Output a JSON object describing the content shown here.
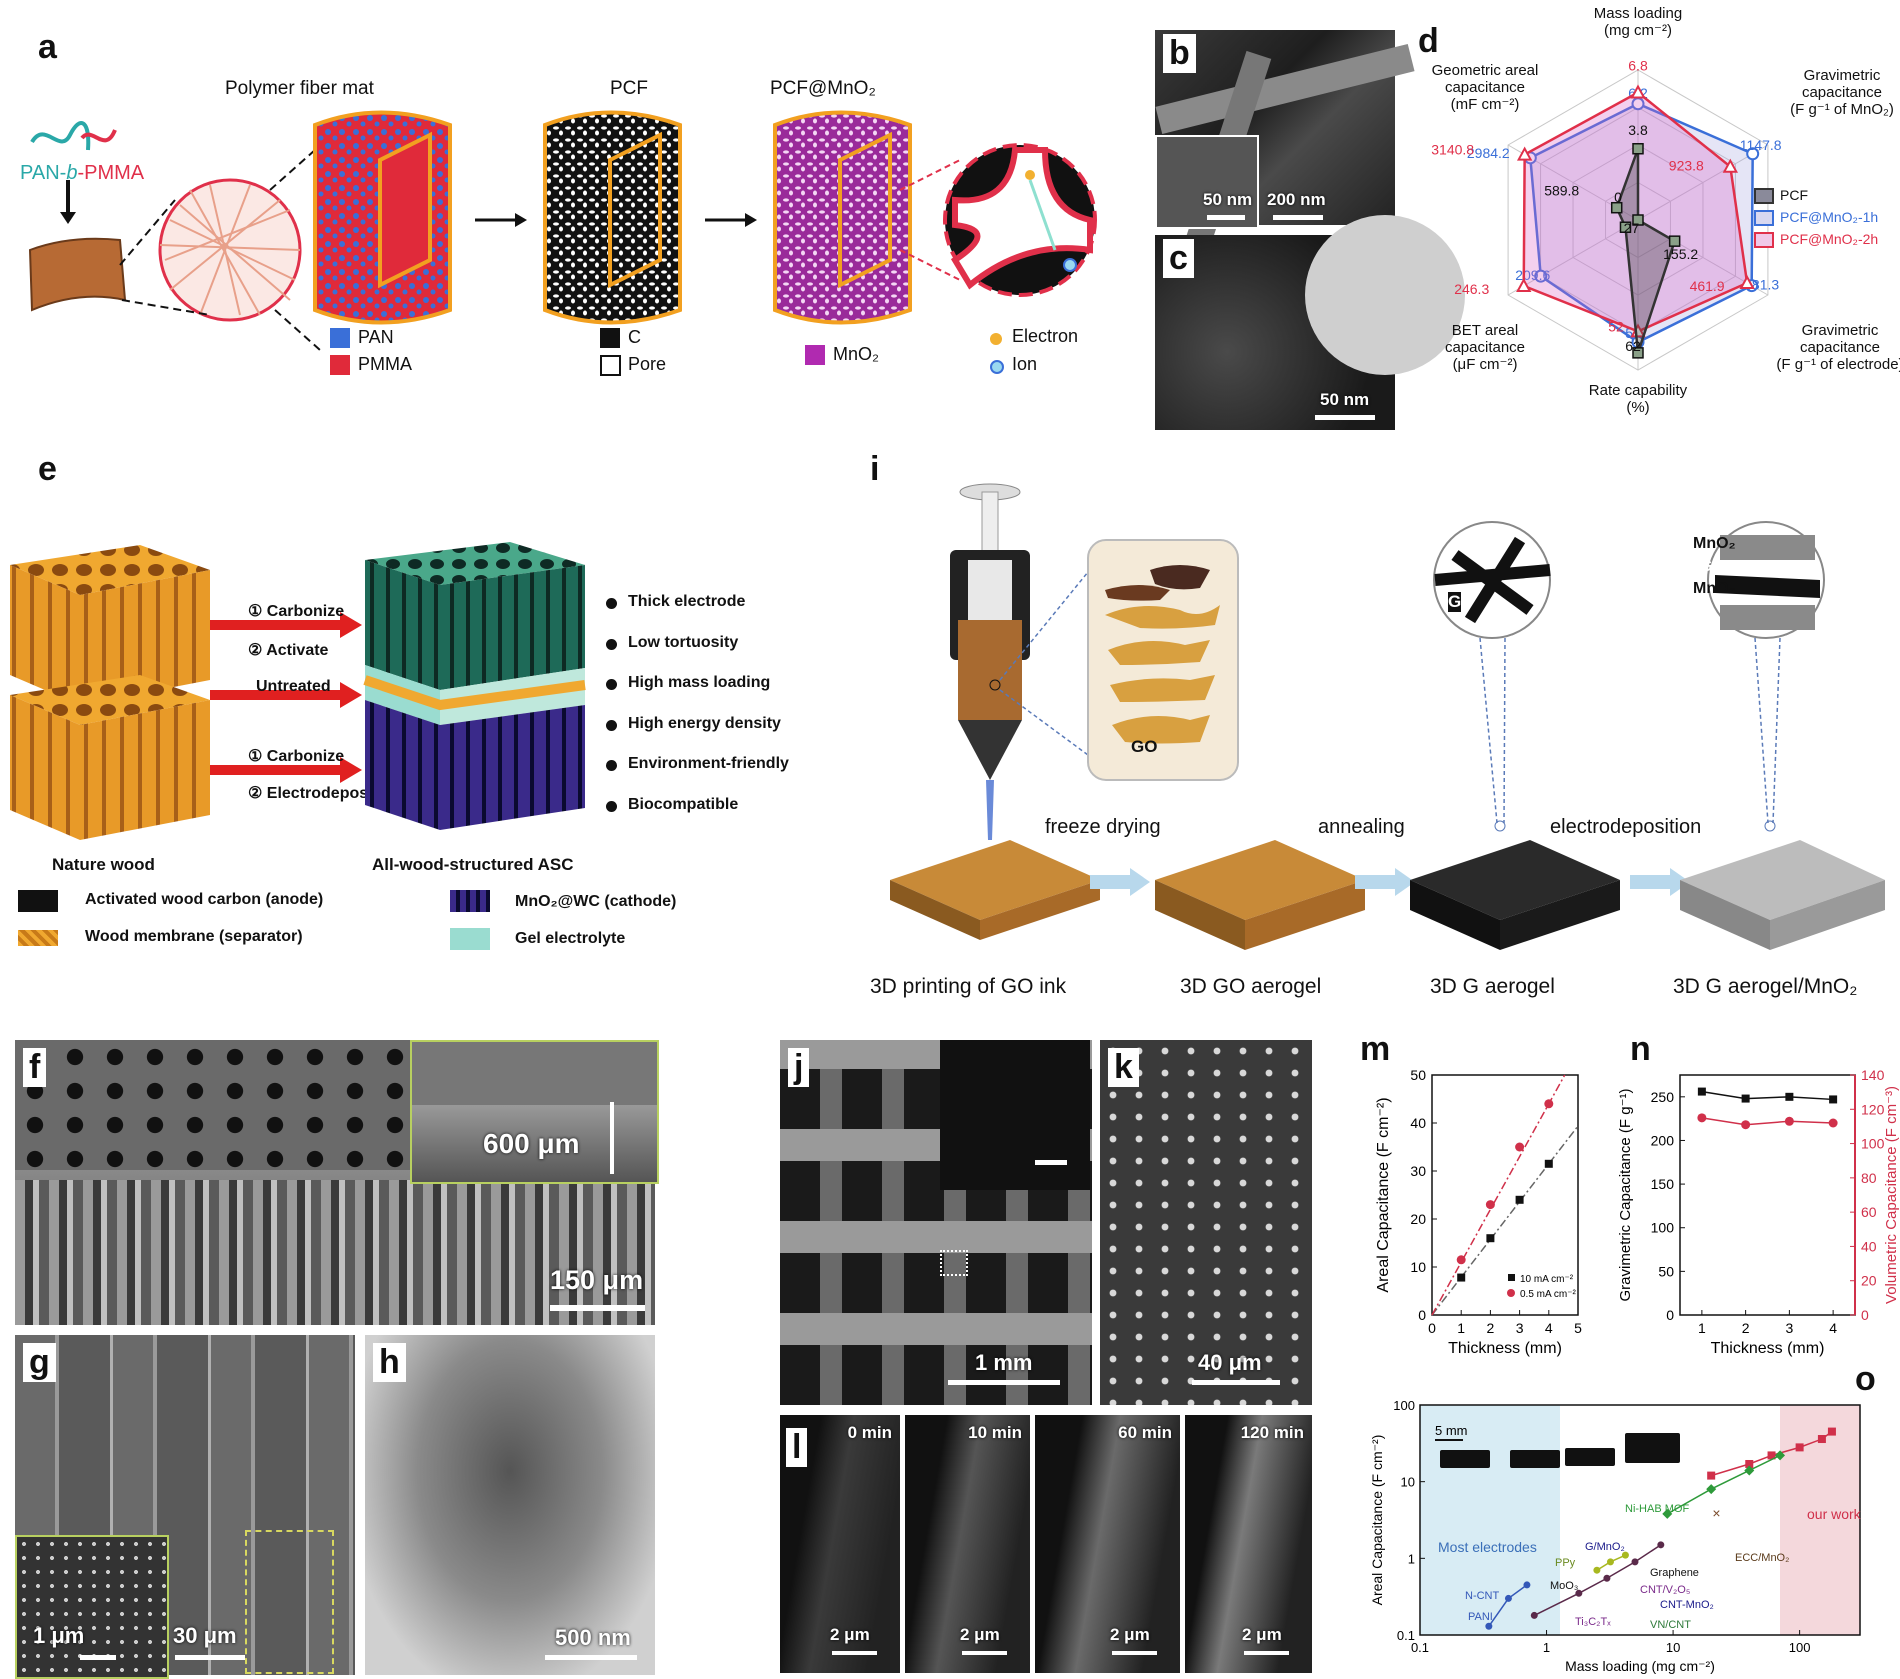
{
  "panels": {
    "a": {
      "label": "a",
      "copolymer_prefix": "PAN-",
      "copolymer_b": "b",
      "copolymer_suffix": "-PMMA",
      "fiber_mat": "Polymer fiber mat",
      "pcf": "PCF",
      "pcf_mno2": "PCF@MnO₂",
      "legend": {
        "pan": "PAN",
        "pmma": "PMMA",
        "c": "C",
        "pore": "Pore",
        "mno2": "MnO₂",
        "electron": "Electron",
        "ion": "Ion"
      }
    },
    "b": {
      "label": "b",
      "scale1": "50 nm",
      "scale2": "200 nm"
    },
    "c": {
      "label": "c",
      "scale": "50 nm"
    },
    "d": {
      "label": "d"
    },
    "e": {
      "label": "e",
      "step1a": "① Carbonize",
      "step1b": "② Activate",
      "untreated": "Untreated",
      "step2a": "① Carbonize",
      "step2b": "② Electrodeposit",
      "features": [
        "Thick electrode",
        "Low tortuosity",
        "High mass loading",
        "High energy density",
        "Environment-friendly",
        "Biocompatible"
      ],
      "nature_wood": "Nature wood",
      "asc": "All-wood-structured ASC",
      "legend": {
        "awc": "Activated wood carbon (anode)",
        "membrane": "Wood membrane (separator)",
        "mno2wc": "MnO₂@WC (cathode)",
        "gel": "Gel electrolyte"
      }
    },
    "f": {
      "label": "f",
      "scale_inset": "600 μm",
      "scale": "150 μm"
    },
    "g": {
      "label": "g",
      "scale_inset": "1 μm",
      "scale": "30 μm"
    },
    "h": {
      "label": "h",
      "scale": "500 nm"
    },
    "i": {
      "label": "i",
      "go": "GO",
      "g": "G",
      "mno2_top": "MnO₂",
      "g_mid": "G",
      "mno2_bot": "MnO₂",
      "freeze": "freeze drying",
      "anneal": "annealing",
      "electro": "electrodeposition",
      "stage1": "3D printing of GO ink",
      "stage2": "3D GO aerogel",
      "stage3": "3D G aerogel",
      "stage4": "3D G aerogel/MnO₂"
    },
    "j": {
      "label": "j",
      "scale": "1 mm"
    },
    "k": {
      "label": "k",
      "scale": "40 μm"
    },
    "l": {
      "label": "l",
      "times": [
        "0 min",
        "10 min",
        "60 min",
        "120 min"
      ],
      "scales": [
        "2 μm",
        "2 μm",
        "2 μm",
        "2 μm"
      ]
    },
    "m": {
      "label": "m"
    },
    "n": {
      "label": "n"
    },
    "o": {
      "label": "o",
      "scale_inset": "5 mm"
    }
  },
  "chart_data": [
    {
      "type": "radar",
      "panel": "d",
      "axes": [
        {
          "label": "Mass loading (mg cm⁻²)"
        },
        {
          "label": "Gravimetric capacitance (F g⁻¹ of MnO₂)"
        },
        {
          "label": "Gravimetric capacitance (F g⁻¹ of electrode)"
        },
        {
          "label": "Rate capability (%)"
        },
        {
          "label": "BET areal capacitance (μF cm⁻²)"
        },
        {
          "label": "Geometric areal capacitance (mF cm⁻²)"
        }
      ],
      "series": [
        {
          "name": "PCF",
          "color": "#333333",
          "values": [
            3.8,
            0,
            155.2,
            62,
            27,
            589.8
          ]
        },
        {
          "name": "PCF@MnO₂-1h",
          "color": "#3a6fd8",
          "values": [
            6.2,
            1147.8,
            481.3,
            57,
            209.6,
            2984.2
          ]
        },
        {
          "name": "PCF@MnO₂-2h",
          "color": "#e0304a",
          "values": [
            6.8,
            923.8,
            461.9,
            52,
            246.3,
            3140.8
          ]
        }
      ],
      "legend_position": "right"
    },
    {
      "type": "scatter",
      "panel": "m",
      "xlabel": "Thickness (mm)",
      "ylabel": "Areal Capacitance (F cm⁻²)",
      "xlim": [
        0,
        5
      ],
      "ylim": [
        0,
        50
      ],
      "xticks": [
        0,
        1,
        2,
        3,
        4,
        5
      ],
      "yticks": [
        0,
        10,
        20,
        30,
        40,
        50
      ],
      "series": [
        {
          "name": "10 mA cm⁻²",
          "color": "#111111",
          "x": [
            1,
            2,
            3,
            4
          ],
          "y": [
            7.8,
            16,
            24,
            31.5
          ]
        },
        {
          "name": "0.5 mA cm⁻²",
          "color": "#d0304a",
          "x": [
            1,
            2,
            3,
            4
          ],
          "y": [
            11.5,
            23,
            35,
            44
          ]
        }
      ],
      "legend_position": "bottom-right"
    },
    {
      "type": "line",
      "panel": "n",
      "xlabel": "Thickness (mm)",
      "ylabel_left": "Gravimetric Capacitance (F g⁻¹)",
      "ylabel_right": "Volumetric Capacitance (F cm⁻³)",
      "xlim": [
        0.5,
        4.5
      ],
      "ylim_left": [
        0,
        275
      ],
      "ylim_right": [
        0,
        140
      ],
      "xticks": [
        1,
        2,
        3,
        4
      ],
      "yticks_left": [
        0,
        50,
        100,
        150,
        200,
        250
      ],
      "yticks_right": [
        0,
        20,
        40,
        60,
        80,
        100,
        120,
        140
      ],
      "series": [
        {
          "name": "Gravimetric",
          "axis": "left",
          "color": "#111111",
          "x": [
            1,
            2,
            3,
            4
          ],
          "y": [
            256,
            248,
            250,
            247
          ]
        },
        {
          "name": "Volumetric",
          "axis": "right",
          "color": "#d0304a",
          "x": [
            1,
            2,
            3,
            4
          ],
          "y": [
            115,
            111,
            113,
            112
          ]
        }
      ]
    },
    {
      "type": "scatter",
      "panel": "o",
      "xlabel": "Mass loading (mg cm⁻²)",
      "ylabel": "Areal Capacitance (F cm⁻²)",
      "xscale": "log",
      "yscale": "log",
      "xlim": [
        0.1,
        300
      ],
      "ylim": [
        0.1,
        100
      ],
      "xticks": [
        "0.1",
        "1",
        "10",
        "100"
      ],
      "yticks": [
        "0.1",
        "1",
        "10",
        "100"
      ],
      "annotations": [
        "Most electrodes",
        "N-CNT",
        "PANI",
        "MoO₃",
        "PPy",
        "G/MnO₂",
        "Graphene",
        "CNT/V₂O₅",
        "CNT-MnO₂",
        "Ti₃C₂Tₓ",
        "VN/CNT",
        "Ni-HAB MOF",
        "ECC/MnO₂",
        "our work"
      ],
      "series": [
        {
          "name": "our work",
          "color": "#d0304a",
          "x": [
            20,
            40,
            60,
            100,
            150,
            180
          ],
          "y": [
            12,
            17,
            22,
            28,
            36,
            45
          ]
        },
        {
          "name": "Ni-HAB MOF",
          "color": "#2e9a3a",
          "x": [
            9,
            20,
            40,
            70
          ],
          "y": [
            3.8,
            8,
            14,
            22
          ]
        },
        {
          "name": "Graphene",
          "color": "#5a2a4a",
          "x": [
            0.8,
            1.8,
            3,
            5,
            8
          ],
          "y": [
            0.18,
            0.35,
            0.55,
            0.9,
            1.5
          ]
        },
        {
          "name": "N-CNT",
          "color": "#3458b8",
          "x": [
            0.35,
            0.5,
            0.7
          ],
          "y": [
            0.13,
            0.3,
            0.45
          ]
        },
        {
          "name": "PPy",
          "color": "#a8b820",
          "x": [
            2.5,
            3.2,
            4.2
          ],
          "y": [
            0.7,
            0.9,
            1.1
          ]
        },
        {
          "name": "ECC/MnO₂",
          "color": "#7a4a2a",
          "x": [
            22
          ],
          "y": [
            3.9
          ]
        }
      ]
    }
  ]
}
